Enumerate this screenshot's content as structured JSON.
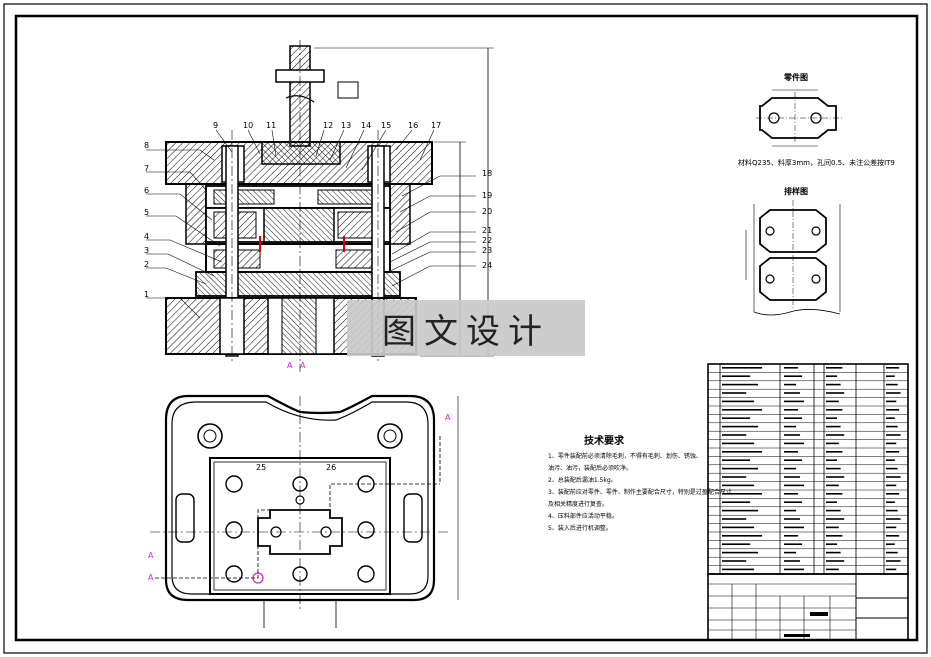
{
  "watermark": "图文设计",
  "tech_requirements": {
    "title": "技术要求",
    "items": [
      "1、零件装配前必须清除毛刺，不得有毛刺、划伤、锈蚀、",
      "    油污、油污，装配后必须吹净。",
      "2、总装配后漏油1.5kg。",
      "3、装配前应对零件、零件、制作主要配合尺寸，特别是过盈配合尺寸",
      "    及相关精度进行复查。",
      "4、压料部件应活动平稳。",
      "5、装入后进行机调整。"
    ]
  },
  "material_note": "材料Q235、料厚3mm，孔间0.5、未注公差按IT9",
  "captions": {
    "part": "零件图",
    "layout": "排样图"
  },
  "callouts": {
    "left": [
      "8",
      "7",
      "6",
      "5",
      "4",
      "3",
      "2",
      "1"
    ],
    "top": [
      "9",
      "10",
      "11",
      "12",
      "13",
      "14",
      "15",
      "16",
      "17"
    ],
    "right": [
      "18",
      "19",
      "20",
      "21",
      "22",
      "23",
      "24"
    ],
    "plan": [
      "25",
      "26"
    ]
  },
  "section_marks": [
    "A",
    "A",
    "A",
    "A",
    "A"
  ],
  "colors": {
    "ink": "#000000",
    "dim": "#d020d0",
    "hatch": "#000000",
    "watermark_bg": "#c9c9c9"
  }
}
